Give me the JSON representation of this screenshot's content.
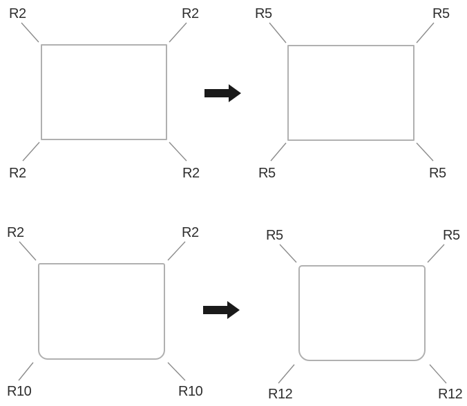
{
  "colors": {
    "background": "#ffffff",
    "shape_outline": "#b0b0b0",
    "leader_line": "#8c8c8c",
    "label_text": "#2d2d2d",
    "arrow": "#1a1a1a"
  },
  "panels": [
    {
      "name": "top-left-rectangle",
      "corners": {
        "top_left": "R2",
        "top_right": "R2",
        "bottom_left": "R2",
        "bottom_right": "R2"
      }
    },
    {
      "name": "top-right-rectangle",
      "corners": {
        "top_left": "R5",
        "top_right": "R5",
        "bottom_left": "R5",
        "bottom_right": "R5"
      }
    },
    {
      "name": "bottom-left-rectangle",
      "corners": {
        "top_left": "R2",
        "top_right": "R2",
        "bottom_left": "R10",
        "bottom_right": "R10"
      }
    },
    {
      "name": "bottom-right-rectangle",
      "corners": {
        "top_left": "R5",
        "top_right": "R5",
        "bottom_left": "R12",
        "bottom_right": "R12"
      }
    }
  ],
  "arrows": [
    {
      "name": "top-transform-arrow",
      "direction": "right"
    },
    {
      "name": "bottom-transform-arrow",
      "direction": "right"
    }
  ]
}
